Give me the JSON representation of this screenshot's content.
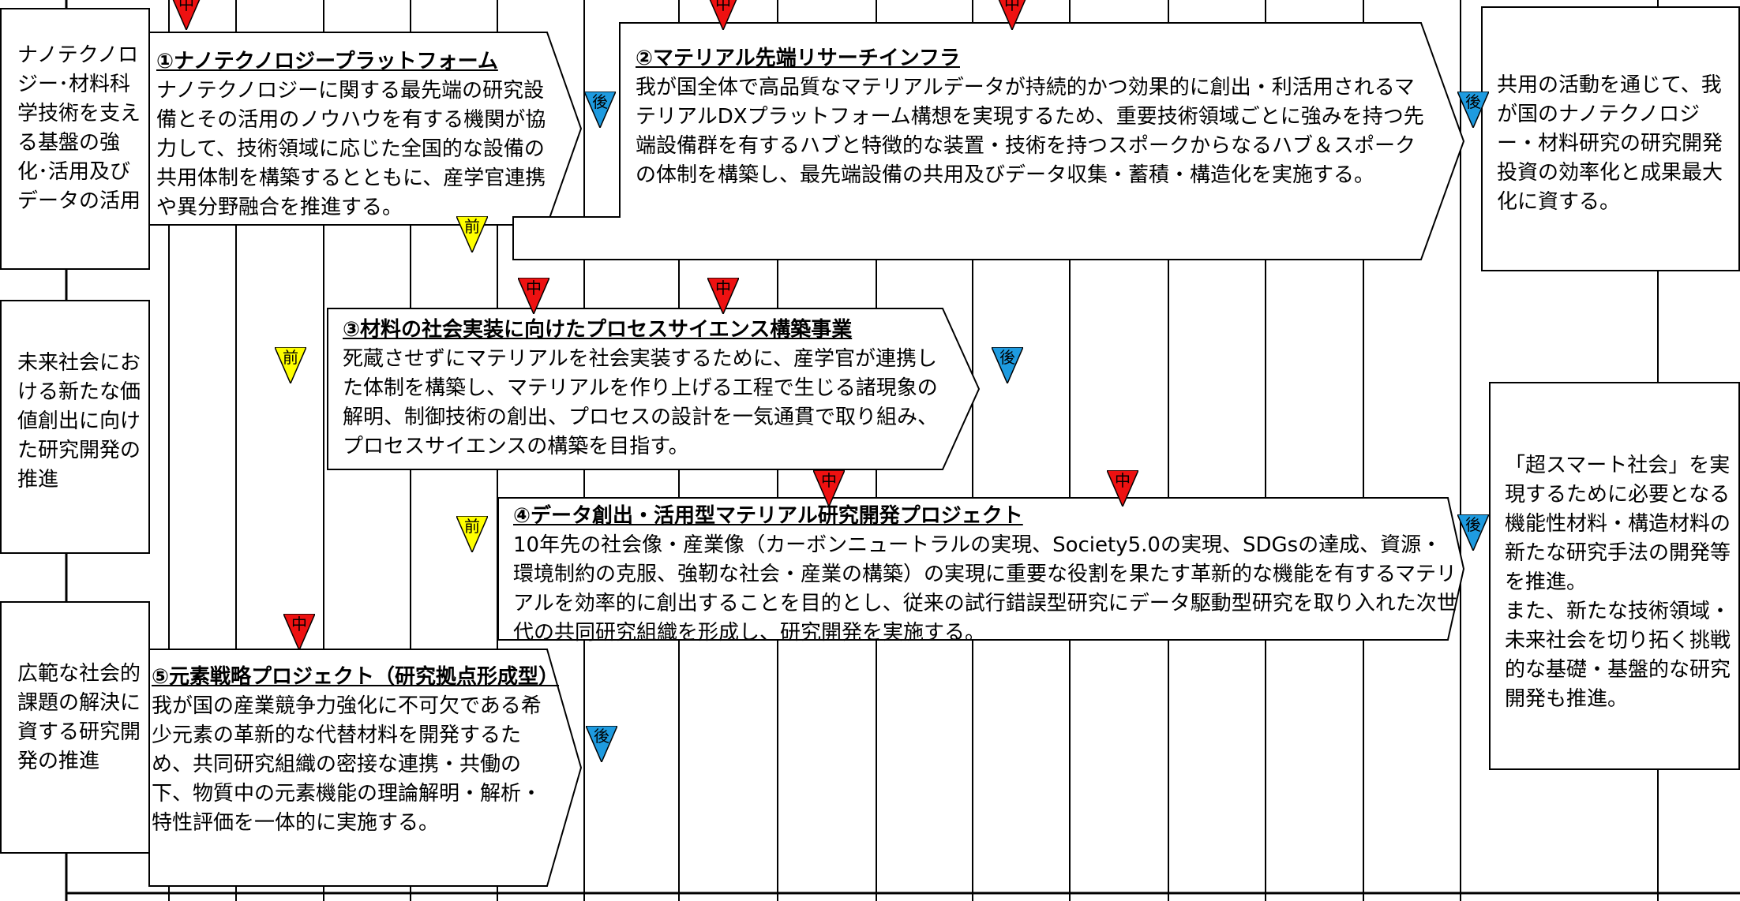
{
  "labels": {
    "row1": "ナノテクノロジー･材料科学技術を支える基盤の強化･活用及びデータの活用",
    "row2": "未来社会における新たな価値創出に向けた研究開発の推進",
    "row3": "広範な社会的課題の解決に資する研究開発の推進"
  },
  "projects": [
    {
      "title": "①ナノテクノロジープラットフォーム",
      "body": "ナノテクノロジーに関する最先端の研究設備とその活用のノウハウを有する機関が協力して、技術領域に応じた全国的な設備の共用体制を構築するとともに、産学官連携や異分野融合を推進する。"
    },
    {
      "title": "②マテリアル先端リサーチインフラ",
      "body": "我が国全体で高品質なマテリアルデータが持続的かつ効果的に創出・利活用されるマテリアルDXプラットフォーム構想を実現するため、重要技術領域ごとに強みを持つ先端設備群を有するハブと特徴的な装置・技術を持つスポークからなるハブ＆スポークの体制を構築し、最先端設備の共用及びデータ収集・蓄積・構造化を実施する。"
    },
    {
      "title": "③材料の社会実装に向けたプロセスサイエンス構築事業",
      "body": "死蔵させずにマテリアルを社会実装するために、産学官が連携した体制を構築し、マテリアルを作り上げる工程で生じる諸現象の解明、制御技術の創出、プロセスの設計を一気通貫で取り組み、プロセスサイエンスの構築を目指す。"
    },
    {
      "title": "④データ創出・活用型マテリアル研究開発プロジェクト",
      "body": "10年先の社会像・産業像（カーボンニュートラルの実現、Society5.0の実現、SDGsの達成、資源・環境制約の克服、強靭な社会・産業の構築）の実現に重要な役割を果たす革新的な機能を有するマテリアルを効率的に創出することを目的とし、従来の試行錯誤型研究にデータ駆動型研究を取り入れた次世代の共同研究組織を形成し、研究開発を実施する。"
    },
    {
      "title": "⑤元素戦略プロジェクト（研究拠点形成型）",
      "body": "我が国の産業競争力強化に不可欠である希少元素の革新的な代替材料を開発するため、共同研究組織の密接な連携・共働の下、物質中の元素機能の理論解明・解析・特性評価を一体的に実施する。"
    }
  ],
  "outcomes": {
    "top": "共用の活動を通じて、我が国のナノテクノロジー・材料研究の研究開発投資の効率化と成果最大化に資する。",
    "bottom": "「超スマート社会」を実現するために必要となる機能性材料・構造材料の新たな研究手法の開発等を推進。\nまた、新たな技術領域・未来社会を切り拓く挑戦的な基礎・基盤的な研究開発も推進。"
  },
  "markers": {
    "mid": "中",
    "pre": "前",
    "post": "後"
  },
  "colors": {
    "mid": "#ee1111",
    "pre": "#ffff00",
    "post": "#1e9be0"
  }
}
